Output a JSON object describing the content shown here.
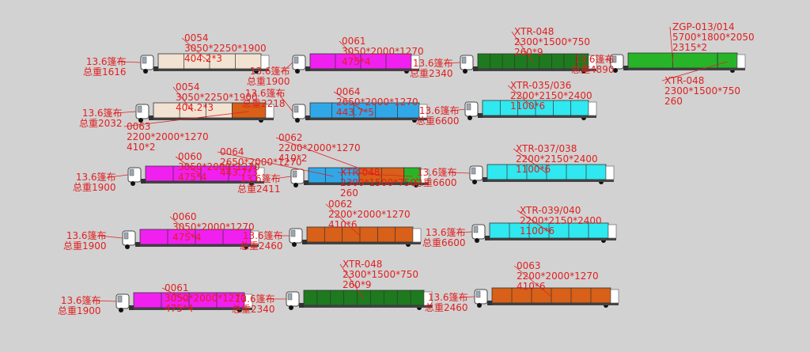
{
  "colors": {
    "background": "#d2d2d2",
    "annotation": "#e02020",
    "cargo": {
      "beige": "#f2e2d2",
      "orange": "#d86018",
      "magenta": "#f020f0",
      "blue": "#30a8e8",
      "cyan": "#30e8f0",
      "darkgreen": "#1e7a1e",
      "green": "#28b428"
    }
  },
  "trucks": [
    {
      "id": "t1",
      "side": [
        "13.6篷布",
        "总重1616"
      ],
      "cargo": [
        {
          "color": "beige",
          "label": [
            "0054",
            "3050*2250*1900",
            "404.2*3"
          ],
          "boxes": 4
        }
      ]
    },
    {
      "id": "t2",
      "side": [
        "13.6篷布",
        "总重2032"
      ],
      "cargo": [
        {
          "color": "beige",
          "label": [
            "0054",
            "3050*2250*1900",
            "404.2*3"
          ],
          "boxes": 3
        },
        {
          "color": "orange",
          "label": [
            "0063",
            "2200*2000*1270",
            "410*2"
          ],
          "boxes": 1
        }
      ]
    },
    {
      "id": "t3",
      "side": [
        "13.6篷布",
        "总重1900"
      ],
      "cargo": [
        {
          "color": "magenta",
          "label": [
            "0060",
            "3050*2000*1270",
            "475*4"
          ],
          "boxes": 4
        }
      ]
    },
    {
      "id": "t4",
      "side": [
        "13.6篷布",
        "总重1900"
      ],
      "cargo": [
        {
          "color": "magenta",
          "label": [
            "0060",
            "3050*2000*1270",
            "475*4"
          ],
          "boxes": 4
        }
      ]
    },
    {
      "id": "t5",
      "side": [
        "13.6篷布",
        "总重1900"
      ],
      "cargo": [
        {
          "color": "magenta",
          "label": [
            "0061",
            "3050*2000*1270",
            "475*4"
          ],
          "boxes": 4
        }
      ]
    },
    {
      "id": "t6",
      "side": [
        "13.6篷布",
        "总重1900"
      ],
      "cargo": [
        {
          "color": "magenta",
          "label": [
            "0061",
            "3050*2000*1270",
            "475*4"
          ],
          "boxes": 4
        }
      ]
    },
    {
      "id": "t7",
      "side": [
        "13.6篷布",
        "总重2218"
      ],
      "cargo": [
        {
          "color": "blue",
          "label": [
            "0064",
            "2650*2000*1270",
            "443.7*5"
          ],
          "boxes": 5
        }
      ]
    },
    {
      "id": "t8",
      "side": [
        "13.6篷布",
        "总重2411"
      ],
      "cargo": [
        {
          "color": "blue",
          "label": [
            "0064",
            "2650*2000*1270",
            "443.7*3"
          ],
          "boxes": 3
        },
        {
          "color": "orange",
          "label": [
            "0062",
            "2200*2000*1270",
            "410*2"
          ],
          "boxes": 2
        },
        {
          "color": "green",
          "label": [
            "XTR-048",
            "2300*1500*750",
            "260"
          ],
          "boxes": 1
        }
      ]
    },
    {
      "id": "t9",
      "side": [
        "13.6篷布",
        "总重2460"
      ],
      "cargo": [
        {
          "color": "orange",
          "label": [
            "0062",
            "2200*2000*1270",
            "410*6"
          ],
          "boxes": 6
        }
      ]
    },
    {
      "id": "t10",
      "side": [
        "13.6篷布",
        "总重2340"
      ],
      "cargo": [
        {
          "color": "darkgreen",
          "label": [
            "XTR-048",
            "2300*1500*750",
            "260*9"
          ],
          "boxes": 9
        }
      ]
    },
    {
      "id": "t11",
      "side": [
        "13.6篷布",
        "总重2340"
      ],
      "cargo": [
        {
          "color": "darkgreen",
          "label": [
            "XTR-048",
            "2300*1500*750",
            "260*9"
          ],
          "boxes": 9
        }
      ]
    },
    {
      "id": "t12",
      "side": [
        "13.6篷布",
        "总重6600"
      ],
      "cargo": [
        {
          "color": "cyan",
          "label": [
            "XTR-035/036",
            "2200*2150*2400",
            "1100*6"
          ],
          "boxes": 6
        }
      ]
    },
    {
      "id": "t13",
      "side": [
        "13.6篷布",
        "总重6600"
      ],
      "cargo": [
        {
          "color": "cyan",
          "label": [
            "XTR-037/038",
            "2200*2150*2400",
            "1100*6"
          ],
          "boxes": 6
        }
      ]
    },
    {
      "id": "t14",
      "side": [
        "13.6篷布",
        "总重6600"
      ],
      "cargo": [
        {
          "color": "cyan",
          "label": [
            "XTR-039/040",
            "2200*2150*2400",
            "1100*6"
          ],
          "boxes": 6
        }
      ]
    },
    {
      "id": "t15",
      "side": [
        "13.6篷布",
        "总重2460"
      ],
      "cargo": [
        {
          "color": "orange",
          "label": [
            "0063",
            "2200*2000*1270",
            "410*6"
          ],
          "boxes": 6
        }
      ]
    },
    {
      "id": "t16",
      "side": [
        "13.6篷布",
        "总重4890"
      ],
      "cargo": [
        {
          "color": "green",
          "label": [
            "ZGP-013/014",
            "5700*1800*2050",
            "2315*2"
          ],
          "boxes": 2
        },
        {
          "color": "green",
          "label": [
            "XTR-048",
            "2300*1500*750",
            "260"
          ],
          "boxes": 1
        }
      ]
    }
  ]
}
